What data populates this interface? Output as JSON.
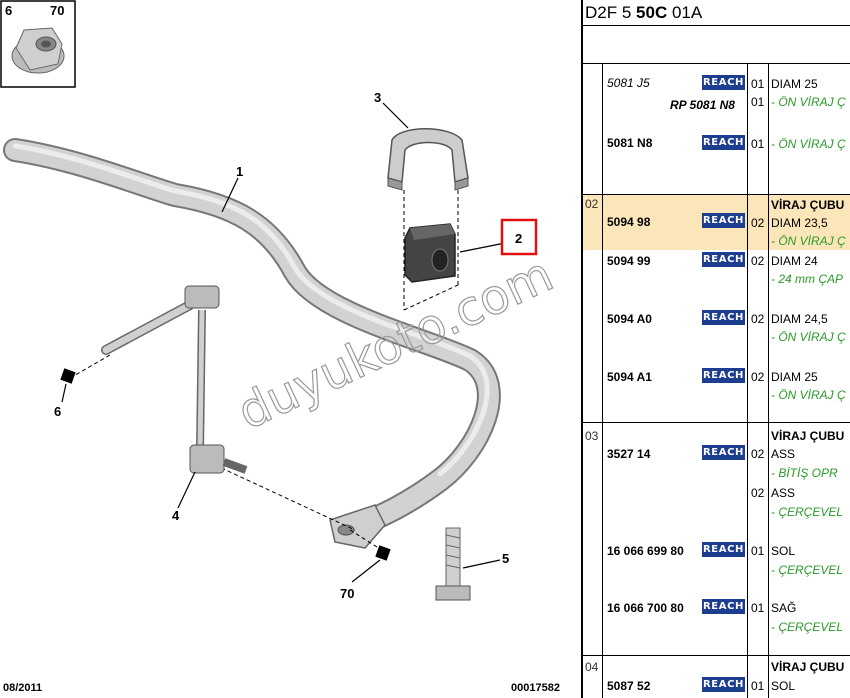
{
  "diagram": {
    "inset": {
      "left_label": "6",
      "right_label": "70"
    },
    "callouts": [
      "1",
      "2",
      "3",
      "4",
      "5",
      "6",
      "70"
    ],
    "date": "08/2011",
    "figure_id": "00017582",
    "watermark": "duyukoto.com"
  },
  "table": {
    "header": {
      "prefix": "D2F 5 ",
      "bold": "50C",
      "suffix": " 01A"
    },
    "reach_label": "REACH",
    "groups": [
      {
        "group": "",
        "rows": [
          {
            "part": "5081 J5",
            "style": "italic",
            "qty": "01",
            "desc": "DIAM 25"
          },
          {
            "part": "RP 5081 N8",
            "style": "italic-bold",
            "qty": "01",
            "desc": "",
            "note": "- ÖN VİRAJ Ç"
          },
          {
            "part": "5081 N8",
            "style": "bold",
            "qty": "01",
            "desc": "",
            "note": "- ÖN VİRAJ Ç"
          }
        ]
      },
      {
        "group": "02",
        "title": "VİRAJ ÇUBU",
        "rows": [
          {
            "part": "5094 98",
            "style": "bold",
            "qty": "02",
            "desc": "DIAM 23,5",
            "note": "- ÖN VİRAJ Ç",
            "highlight": true
          },
          {
            "part": "5094 99",
            "style": "bold",
            "qty": "02",
            "desc": "DIAM 24",
            "note": "- 24 mm ÇAP"
          },
          {
            "part": "5094 A0",
            "style": "bold",
            "qty": "02",
            "desc": "DIAM 24,5",
            "note": "- ÖN VİRAJ Ç"
          },
          {
            "part": "5094 A1",
            "style": "bold",
            "qty": "02",
            "desc": "DIAM 25",
            "note": "- ÖN VİRAJ Ç"
          }
        ]
      },
      {
        "group": "03",
        "title": "VİRAJ ÇUBU",
        "rows": [
          {
            "part": "3527 14",
            "style": "bold",
            "qty": "02",
            "desc": "ASS",
            "note": "- BİTİŞ OPR"
          },
          {
            "part": "",
            "style": "bold",
            "qty": "02",
            "desc": "ASS",
            "note": "- ÇERÇEVEL"
          },
          {
            "part": "16 066 699 80",
            "style": "bold",
            "qty": "01",
            "desc": "SOL",
            "note": "- ÇERÇEVEL"
          },
          {
            "part": "16 066 700 80",
            "style": "bold",
            "qty": "01",
            "desc": "SAĞ",
            "note": "- ÇERÇEVEL"
          }
        ]
      },
      {
        "group": "04",
        "title": "VİRAJ ÇUBU",
        "rows": [
          {
            "part": "5087 52",
            "style": "bold",
            "qty": "01",
            "desc": "SOL"
          }
        ]
      }
    ]
  },
  "colors": {
    "reach_badge": "#1d3d8f",
    "note_green": "#2a9a2a",
    "highlight": "#fbe6b9",
    "callout_red": "#e01010"
  }
}
